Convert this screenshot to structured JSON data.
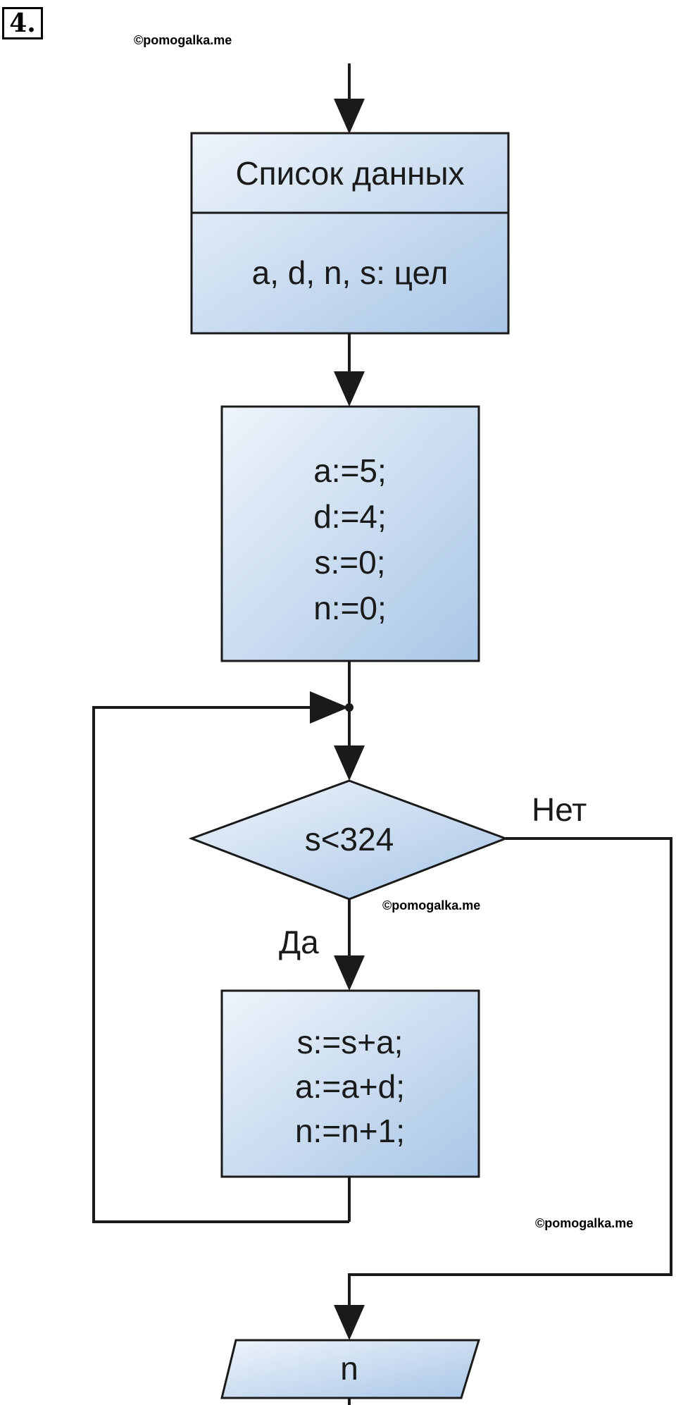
{
  "problem_number": "4.",
  "watermarks": [
    "©pomogalka.me",
    "©pomogalka.me",
    "©pomogalka.me"
  ],
  "colors": {
    "fill_light": "#eef4fb",
    "fill_dark": "#a9c6e6",
    "stroke": "#1a1a1a"
  },
  "blocks": {
    "data_list": {
      "header": "Список данных",
      "body": "a, d, n, s: цел"
    },
    "init": {
      "lines": [
        "a:=5;",
        "d:=4;",
        "s:=0;",
        "n:=0;"
      ]
    },
    "condition": {
      "text": "s<324",
      "yes_label": "Да",
      "no_label": "Нет"
    },
    "loop_body": {
      "lines": [
        "s:=s+a;",
        "a:=a+d;",
        "n:=n+1;"
      ]
    },
    "output": {
      "text": "n"
    }
  }
}
